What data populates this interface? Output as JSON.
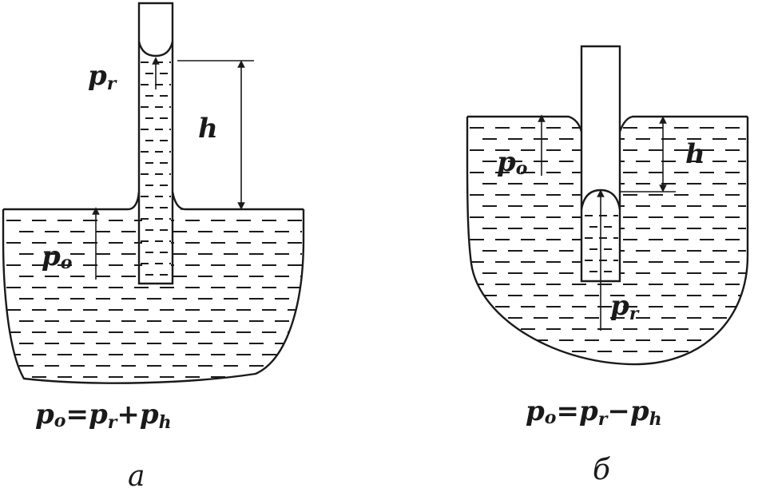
{
  "figure_a": {
    "label_pr": {
      "main": "p",
      "sub": "r"
    },
    "label_h": "h",
    "label_p0": {
      "main": "p",
      "sub": "o"
    },
    "formula": {
      "p0": "p",
      "p0_sub": "o",
      "eq": "=",
      "pr": "p",
      "pr_sub": "r",
      "op": "+",
      "ph": "p",
      "ph_sub": "h"
    },
    "caption": "а"
  },
  "figure_b": {
    "label_p0": {
      "main": "p",
      "sub": "o"
    },
    "label_h": "h",
    "label_pr": {
      "main": "p",
      "sub": "r"
    },
    "formula": {
      "p0": "p",
      "p0_sub": "o",
      "eq": "=",
      "pr": "p",
      "pr_sub": "r",
      "op": "−",
      "ph": "p",
      "ph_sub": "h"
    },
    "caption": "б"
  }
}
